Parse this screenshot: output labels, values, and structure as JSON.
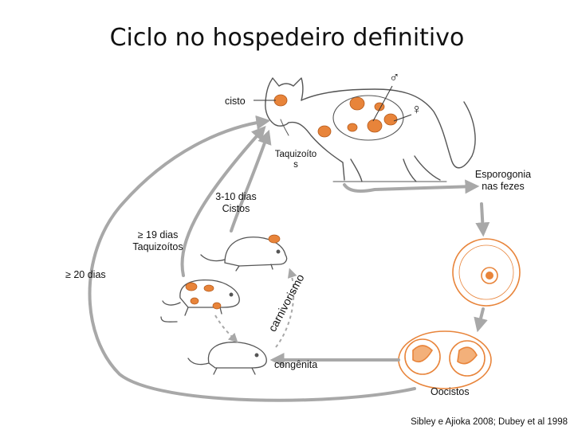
{
  "title": "Ciclo no hospedeiro definitivo",
  "labels": {
    "cisto": "cisto",
    "taquizoitos_line1": "Taquizoíto",
    "taquizoitos_line2": "s",
    "esporogonia_line1": "Esporogonia",
    "esporogonia_line2": "nas fezes",
    "dias_3_10_line1": "3-10 dias",
    "dias_3_10_line2": "Cistos",
    "dias_19_line1": "≥ 19 dias",
    "dias_19_line2": "Taquizoítos",
    "dias_20": "≥ 20 dias",
    "carnivorismo": "carnivorismo",
    "congenita": "congênita",
    "oocistos": "Oocistos"
  },
  "symbols": {
    "male": "♂",
    "female": "♀"
  },
  "credit": "Sibley e Ajioka 2008; Dubey et al 1998",
  "colors": {
    "arrow": "#a8a8a8",
    "organ": "#e8843a",
    "outline": "#555555"
  }
}
